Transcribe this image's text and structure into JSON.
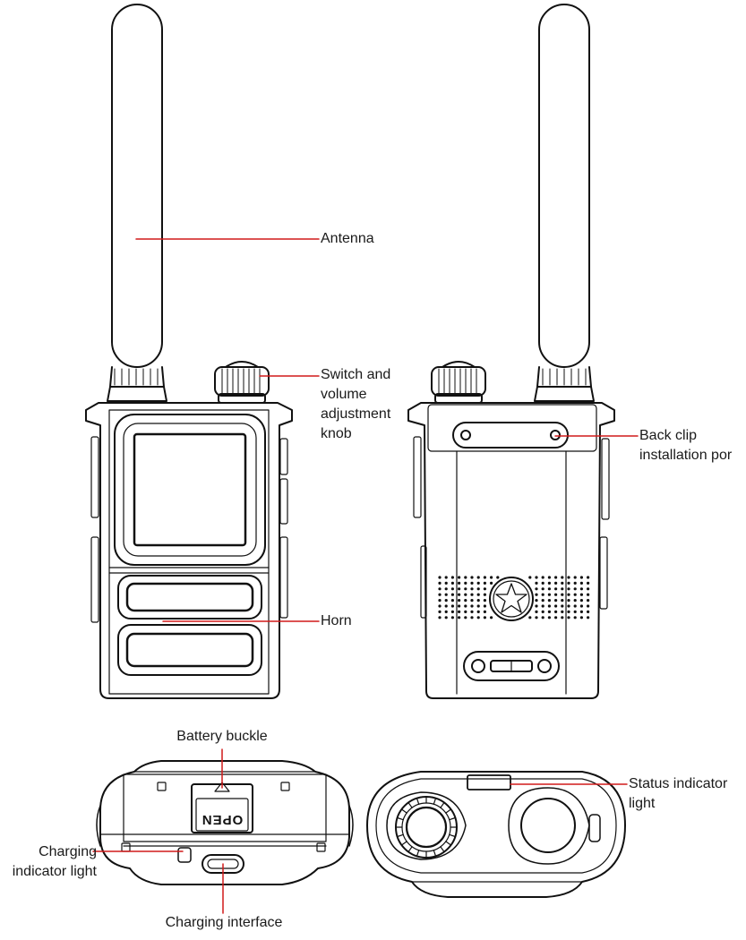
{
  "labels": {
    "antenna": "Antenna",
    "knob": [
      "Switch and",
      "volume",
      "adjustment",
      "knob"
    ],
    "horn": "Horn",
    "back_clip": [
      "Back clip",
      "installation por"
    ],
    "battery_buckle": "Battery buckle",
    "charging_light": [
      "Charging",
      "indicator light"
    ],
    "charging_interface": "Charging interface",
    "status_light": [
      "Status indicator",
      "light"
    ],
    "open_text": "OPEN"
  },
  "colors": {
    "leader": "#d11a1a",
    "outline": "#111111",
    "text": "#1a1a1a"
  }
}
